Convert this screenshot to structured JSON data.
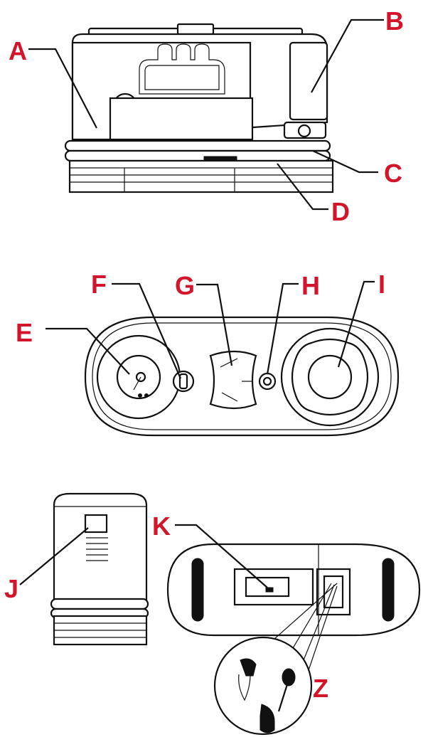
{
  "diagram": {
    "label_color": "#d3152c",
    "line_color": "#111111",
    "labels": [
      "A",
      "B",
      "C",
      "D",
      "E",
      "F",
      "G",
      "H",
      "I",
      "J",
      "K",
      "Z"
    ]
  }
}
